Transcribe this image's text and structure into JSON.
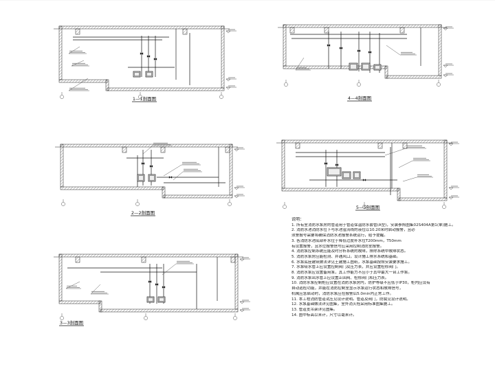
{
  "sections": [
    {
      "id": "s11",
      "label": "1—1剖面图"
    },
    {
      "id": "s44",
      "label": "4—4剖面图"
    },
    {
      "id": "s22",
      "label": "2—2剖面图"
    },
    {
      "id": "s55",
      "label": "5—5剖面图"
    },
    {
      "id": "s33",
      "label": "3—3剖面图"
    }
  ],
  "notes": {
    "title": "说明：",
    "items": [
      "1. 所有室消防水泵房的管道用于管道保温防水套管(A型)，安装参照图集02S404A第1(单)施工。",
      "2. 消防水池消防水位下与水池溢流线的液位以10.20米时启动报警，且必",
      "   须警报号需要将确保消防水池报警系统运行，给予提醒。",
      "3. 各消防水池底部补水位于降低过度补水位T200mm，T50mm",
      "   有设置报警，且水位报警信号应采用控制消防室报警。",
      "4. 消防泵控制系统应能及时分析系统的故障，排除系统中故障状态。",
      "5. 消防水泵房应能检测、并通风口，设计施工排水系统和基础。",
      "6. 水泵底座建筑做法详见土建施工图纸，水泵基础按照安装要求施工。",
      "7. 水泵吸水管上应设置控制阀门及压力表，并应设置检修阀门。",
      "8. 消防水泵应设置备用泵，其工作能力不应小于其中最大一台工作泵。",
      "9. 消防水泵出水管上应设置止回阀、检修阀门和压力表。",
      "10. 消防水泵控制柜应设置在消防水泵房内，防护等级不应低于IP30，柜内应设有",
      "    自动巡检功能，并能在消防控制室显示水泵运行状态和故障信号，",
      "    机械应急启动时，消防水泵应在报警后5.0min内正常工作。",
      "11. 本工程消防管道试压见设计说明。管道及阀门，防腐见设计说明。",
      "12. 水泵基础做法详见图集，室外消火栓采用标准图集施工。",
      "13. 管道支吊架详见图集。",
      "14. 图中标高以米计，尺寸以毫米计。"
    ]
  }
}
